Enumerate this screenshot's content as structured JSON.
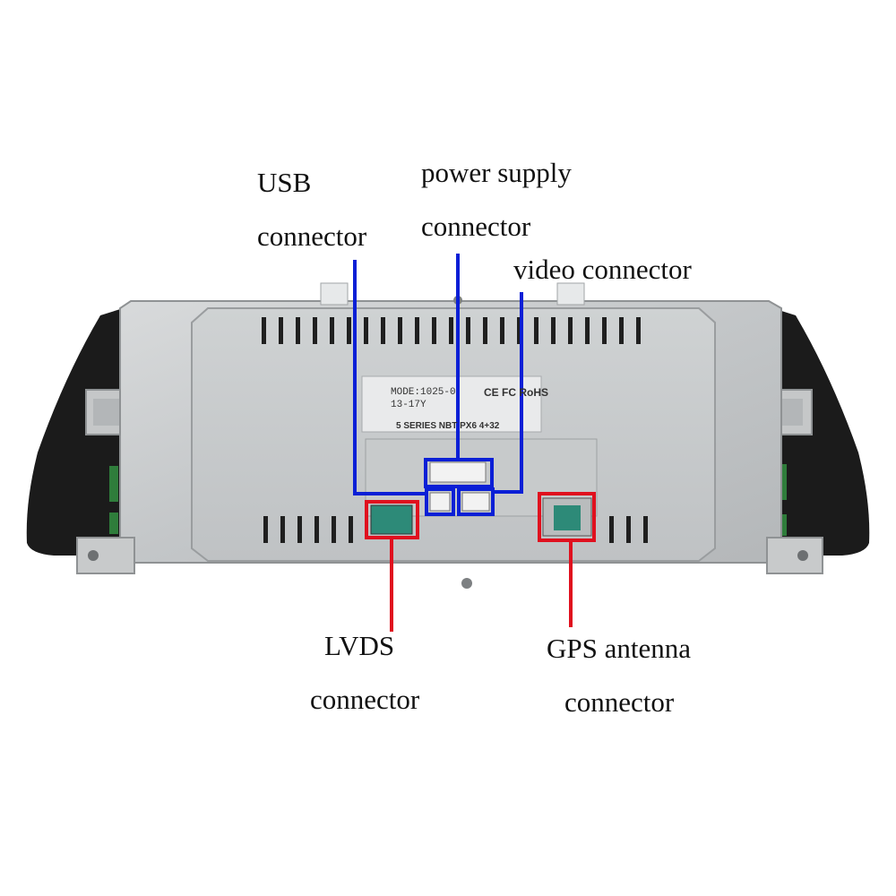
{
  "callouts": {
    "usb": {
      "line1": "USB",
      "line2": "connector"
    },
    "power": {
      "line1": "power supply",
      "line2": "connector"
    },
    "video": {
      "line1": "video connector"
    },
    "lvds": {
      "line1": "LVDS",
      "line2": "connector"
    },
    "gps": {
      "line1": "GPS antenna",
      "line2": "connector"
    }
  },
  "device_label": {
    "model": "MODE:1025-0",
    "years": "13-17Y",
    "marks": "CE FC RoHS",
    "series": "5 SERIES NBT PX6 4+32"
  },
  "colors": {
    "highlight_blue": "#0a1fd6",
    "highlight_red": "#e0101e",
    "housing": "#c9cccd",
    "bezel": "#1b1b1b"
  }
}
